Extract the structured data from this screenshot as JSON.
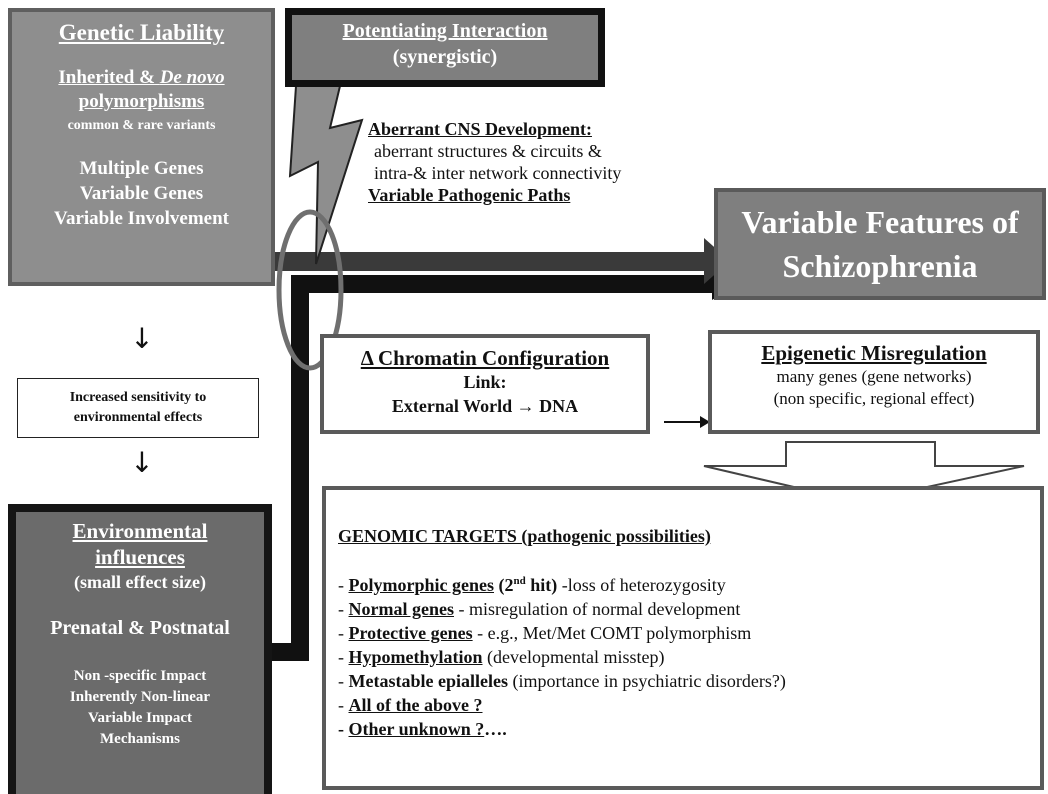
{
  "genetic": {
    "title": "Genetic Liability",
    "inherited_prefix": "Inherited & ",
    "inherited_italic": "De novo",
    "polymorphisms": "polymorphisms",
    "variants": "common & rare variants",
    "genes": [
      "Multiple Genes",
      "Variable Genes",
      "Variable Involvement"
    ]
  },
  "potentiating": {
    "title": "Potentiating Interaction",
    "subtitle": "(synergistic)"
  },
  "aberrant": {
    "heading": "Aberrant CNS Development:",
    "lines": [
      "aberrant structures & circuits &",
      "intra-& inter network connectivity"
    ],
    "paths": "Variable Pathogenic Paths"
  },
  "variable_features": {
    "line1": "Variable Features of",
    "line2": "Schizophrenia"
  },
  "sensitivity": {
    "line1": "Increased sensitivity to",
    "line2": "environmental effects",
    "arrow": "↓"
  },
  "environmental": {
    "title_line1": "Environmental",
    "title_line2": "influences",
    "size": "(small effect size)",
    "period": "Prenatal & Postnatal",
    "impacts": [
      "Non -specific Impact",
      "Inherently Non-linear",
      "Variable Impact",
      "Mechanisms"
    ]
  },
  "chromatin": {
    "title": "Δ Chromatin Configuration",
    "link": "Link:",
    "world_dna": "External World → DNA"
  },
  "epigenetic": {
    "title": "Epigenetic  Misregulation",
    "line1": "many genes (gene networks)",
    "line2": "(non specific, regional effect)"
  },
  "genomic": {
    "title": "GENOMIC TARGETS (pathogenic possibilities)",
    "items": [
      {
        "dash": "- ",
        "bold": "Polymorphic  genes",
        "extra_bold_pre": " (2",
        "sup": "nd",
        "extra_bold_post": " hit)",
        "rest": " -loss of  heterozygosity"
      },
      {
        "dash": "- ",
        "bold": "Normal genes",
        "rest": " - misregulation of normal development"
      },
      {
        "dash": "- ",
        "bold": "Protective genes",
        "rest": " - e.g., Met/Met COMT polymorphism"
      },
      {
        "dash": "- ",
        "bold": "Hypomethylation",
        "rest": " (developmental misstep)"
      },
      {
        "dash": "- ",
        "bold_plain": "Metastable epialleles",
        "rest": " (importance in psychiatric disorders?)"
      },
      {
        "dash": "- ",
        "bold": "All of the above ?",
        "rest": ""
      },
      {
        "dash": "- ",
        "bold": "Other unknown ?",
        "rest_bold": "…."
      }
    ]
  }
}
